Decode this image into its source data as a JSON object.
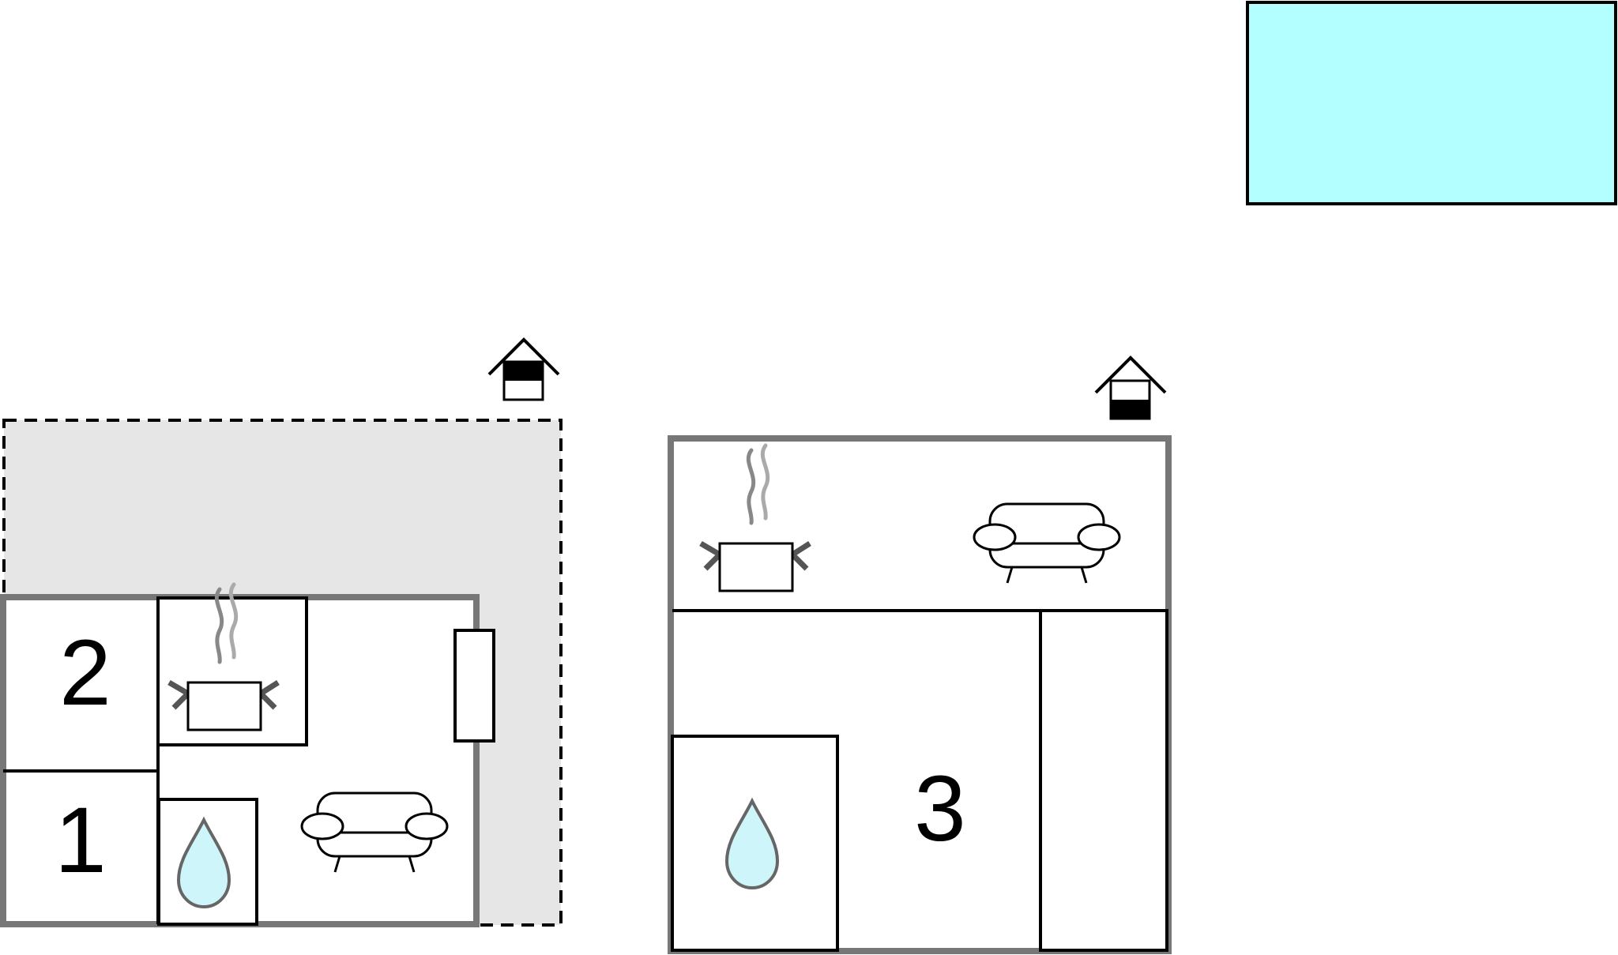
{
  "colors": {
    "pool": "#b3ffff",
    "terrace": "#e6e6e6",
    "outer_wall": "#777777",
    "line": "#000000",
    "water_drop": "#cdf5fa"
  },
  "icons": {
    "pool": "pool-rectangle",
    "floor_level_marker": "house-level-icon",
    "kitchen": "cooking-pot-icon",
    "living": "sofa-icon",
    "bathroom": "water-drop-icon",
    "window_or_bed": "rectangle"
  },
  "plan_left": {
    "room_1_label": "1",
    "room_2_label": "2"
  },
  "plan_right": {
    "room_3_label": "3"
  }
}
